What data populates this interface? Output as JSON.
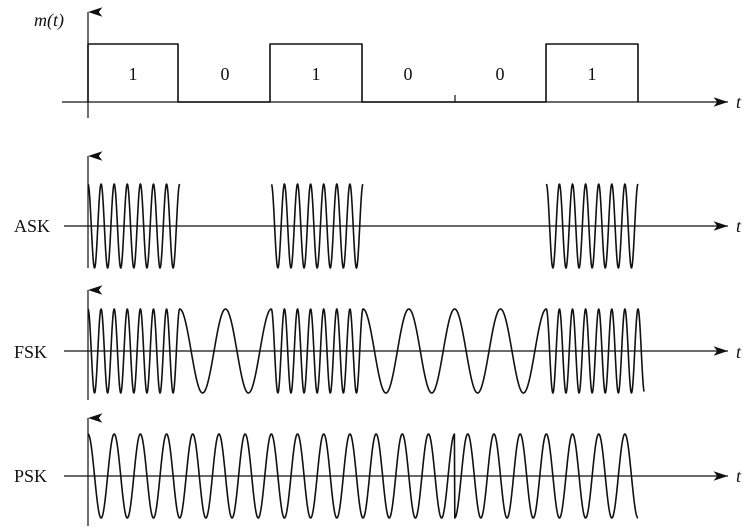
{
  "message": {
    "ylabel": "m(t)",
    "bits": [
      "1",
      "0",
      "1",
      "0",
      "0",
      "1"
    ]
  },
  "x_axis_label": "t",
  "rows": [
    {
      "label": "",
      "kind": "message"
    },
    {
      "label": "ASK",
      "kind": "ask"
    },
    {
      "label": "FSK",
      "kind": "fsk"
    },
    {
      "label": "PSK",
      "kind": "psk"
    }
  ],
  "chart_data": {
    "type": "diagram",
    "bits": [
      1,
      0,
      1,
      0,
      0,
      1
    ],
    "ask_cycles_per_bit_on": 7,
    "fsk_cycles_per_bit": {
      "mark": 7,
      "space": 2
    },
    "psk_cycles_per_bit": 3.5
  }
}
